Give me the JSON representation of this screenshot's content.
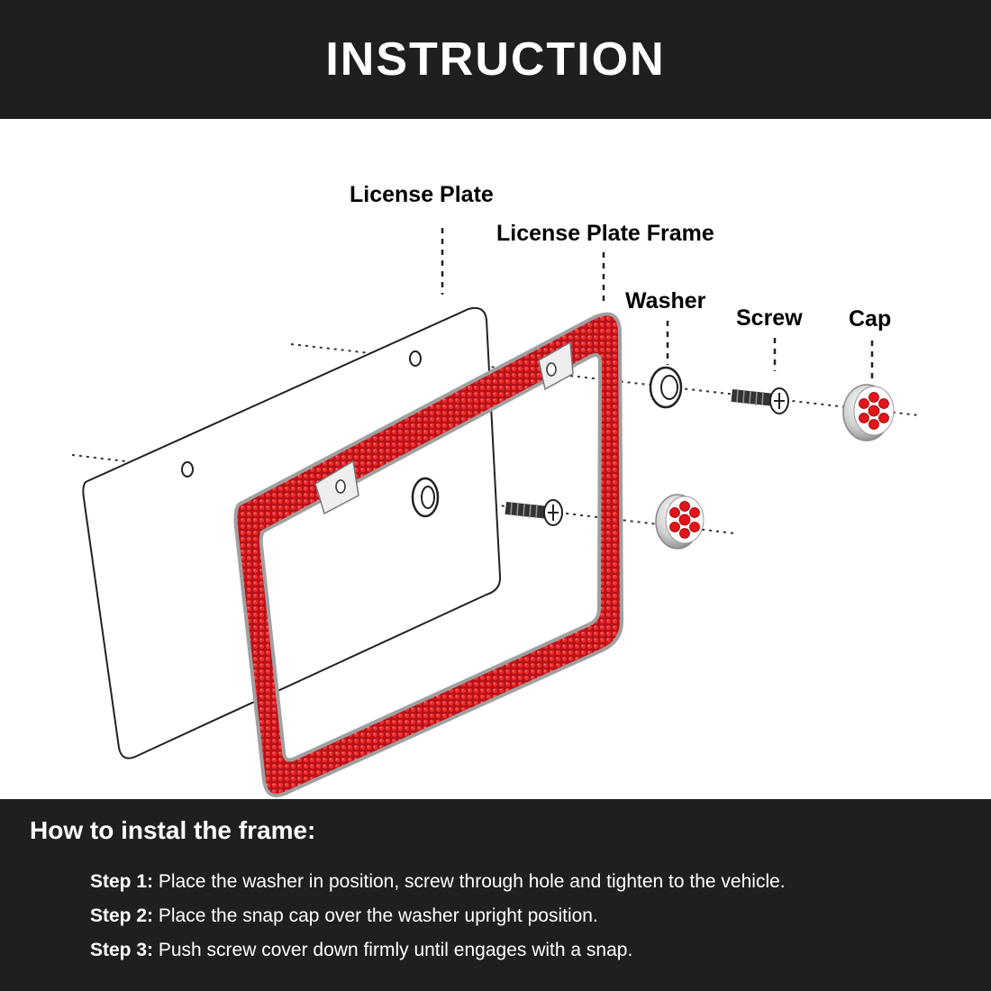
{
  "header": {
    "title": "INSTRUCTION"
  },
  "diagram": {
    "labels": {
      "license_plate": "License Plate",
      "license_plate_frame": "License Plate Frame",
      "washer": "Washer",
      "screw": "Screw",
      "cap": "Cap"
    },
    "colors": {
      "frame_red": "#d81f1f",
      "gem_red": "#e3141c",
      "chrome": "#c9c9c9",
      "band": "#1f1f1f"
    }
  },
  "footer": {
    "heading": "How to instal the frame:",
    "steps": [
      {
        "label": "Step 1:",
        "text": "Place the washer in position, screw through hole and tighten to the vehicle."
      },
      {
        "label": "Step 2:",
        "text": "Place the snap cap over the washer upright position."
      },
      {
        "label": "Step 3:",
        "text": "Push screw cover down firmly until engages with a snap."
      }
    ]
  }
}
